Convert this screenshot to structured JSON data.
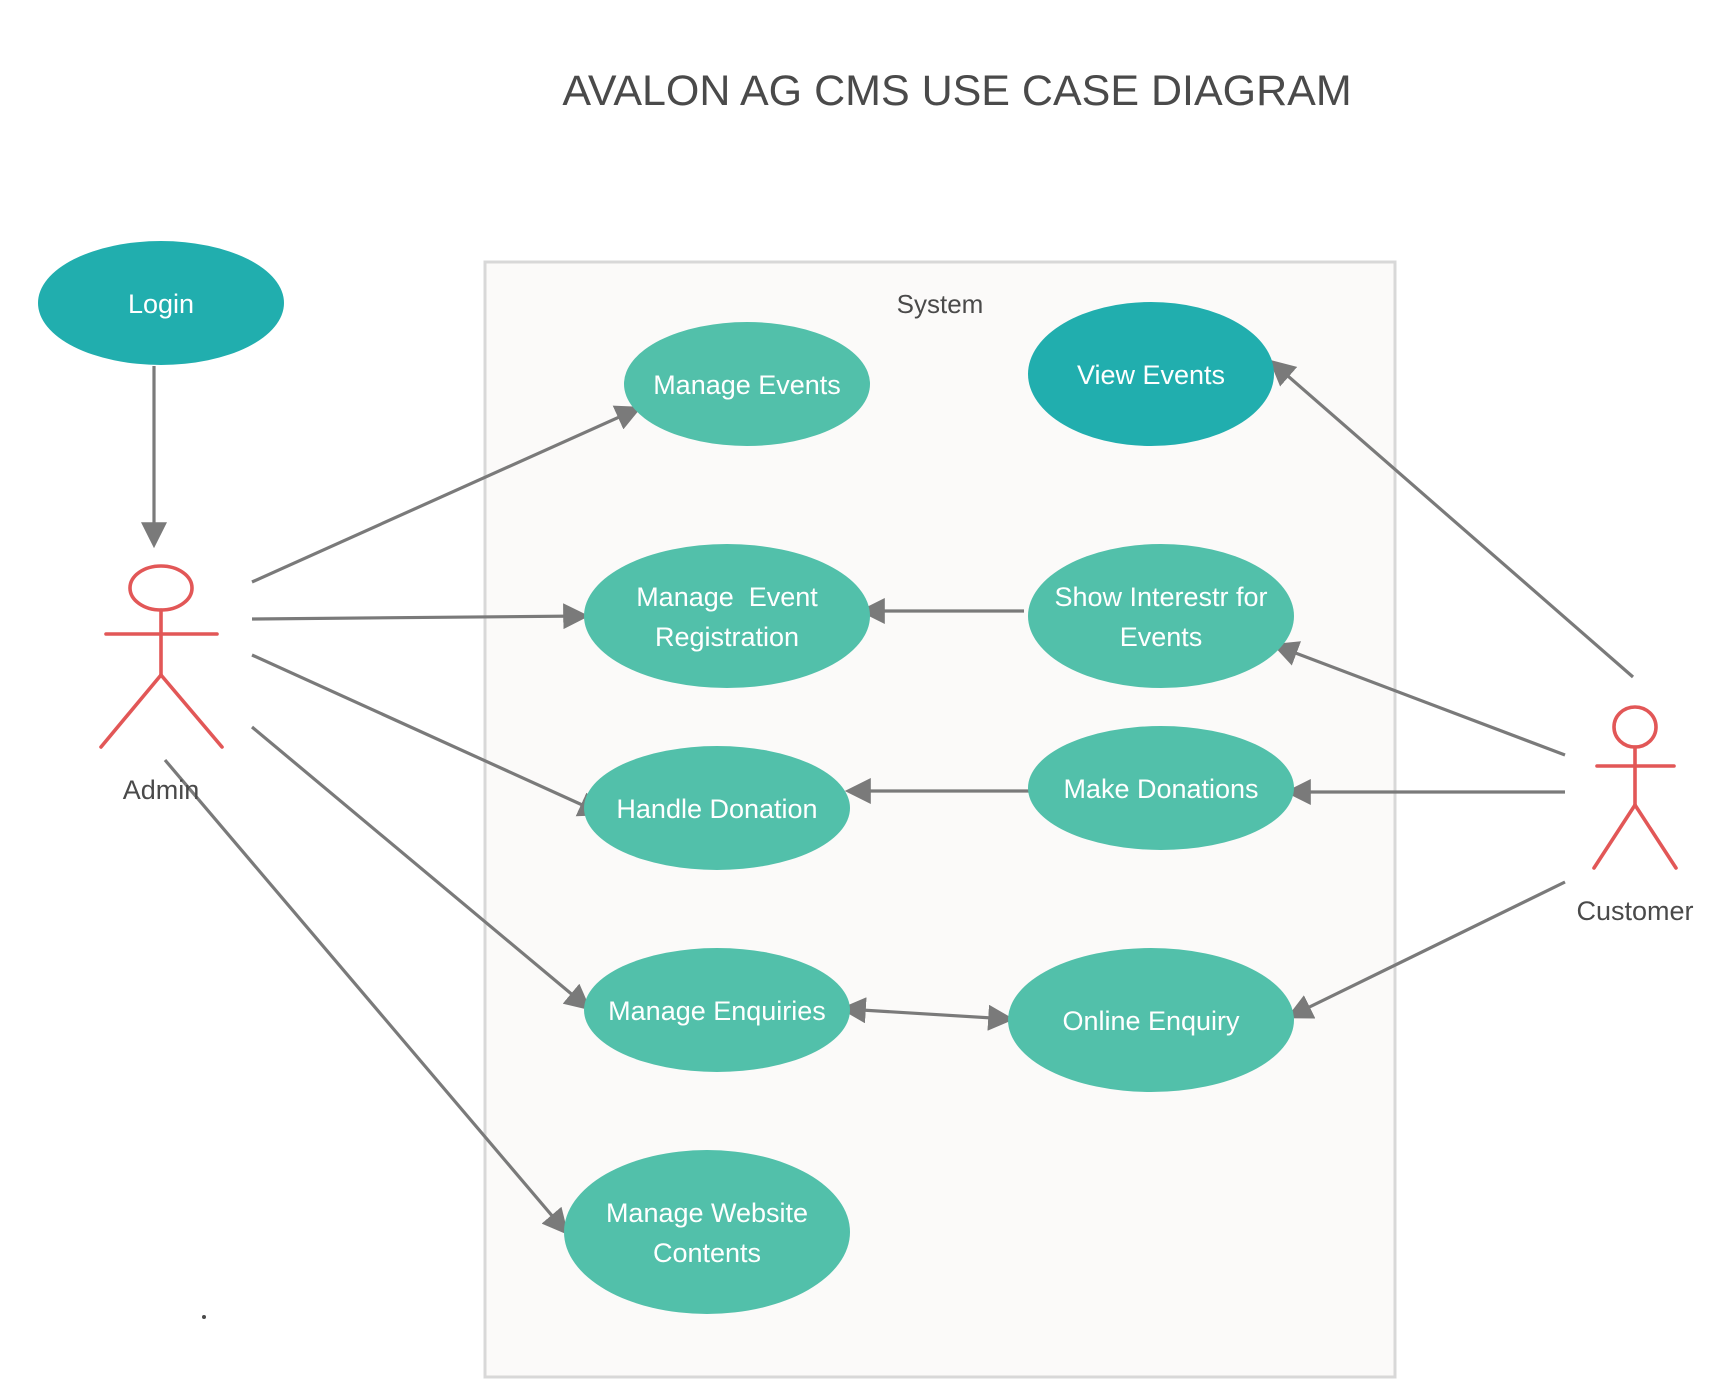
{
  "title": "AVALON AG CMS USE CASE DIAGRAM",
  "system": {
    "label": "System"
  },
  "actors": {
    "admin": {
      "label": "Admin"
    },
    "customer": {
      "label": "Customer"
    }
  },
  "use_cases": {
    "login": {
      "lines": [
        "Login"
      ]
    },
    "manage_events": {
      "lines": [
        "Manage Events"
      ]
    },
    "view_events": {
      "lines": [
        "View Events"
      ]
    },
    "manage_event_registration": {
      "lines": [
        "Manage  Event",
        "Registration"
      ]
    },
    "show_interest": {
      "lines": [
        "Show Interestr for",
        "Events"
      ]
    },
    "handle_donation": {
      "lines": [
        "Handle Donation"
      ]
    },
    "make_donations": {
      "lines": [
        "Make Donations"
      ]
    },
    "manage_enquiries": {
      "lines": [
        "Manage Enquiries"
      ]
    },
    "online_enquiry": {
      "lines": [
        "Online Enquiry"
      ]
    },
    "manage_website_contents": {
      "lines": [
        "Manage Website",
        "Contents"
      ]
    }
  },
  "colors": {
    "use_case_fill": "#52c0aa",
    "use_case_fill_dark": "#21aeae",
    "actor_stroke": "#e25757",
    "edge_stroke": "#7a7a7a",
    "system_fill": "#fbfaf9",
    "system_border": "#d8d8d8"
  },
  "relations": [
    {
      "from": "login",
      "to": "admin"
    },
    {
      "from": "admin",
      "to": "manage_events"
    },
    {
      "from": "admin",
      "to": "manage_event_registration"
    },
    {
      "from": "admin",
      "to": "handle_donation"
    },
    {
      "from": "admin",
      "to": "manage_enquiries"
    },
    {
      "from": "admin",
      "to": "manage_website_contents"
    },
    {
      "from": "customer",
      "to": "view_events"
    },
    {
      "from": "customer",
      "to": "show_interest"
    },
    {
      "from": "customer",
      "to": "make_donations"
    },
    {
      "from": "customer",
      "to": "online_enquiry"
    },
    {
      "from": "show_interest",
      "to": "manage_event_registration"
    },
    {
      "from": "make_donations",
      "to": "handle_donation"
    },
    {
      "from": "manage_enquiries",
      "to": "online_enquiry",
      "bidirectional": true
    }
  ]
}
